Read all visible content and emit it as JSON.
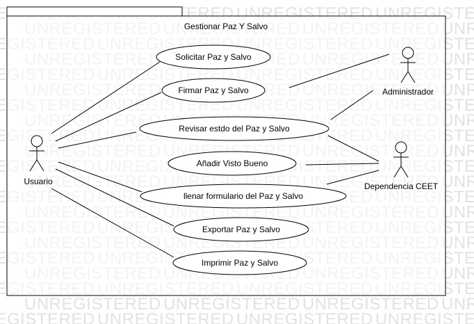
{
  "watermark": "UNREGISTERED",
  "system": {
    "title": "Gestionar Paz Y Salvo"
  },
  "actors": {
    "usuario": "Usuario",
    "administrador": "Administrador",
    "dependencia": "Dependencia CEET"
  },
  "use_cases": {
    "solicitar": "Solicitar Paz y Salvo",
    "firmar": "Firmar Paz y Salvo",
    "revisar": "Revisar estdo del Paz y Salvo",
    "anadir": "Añadir Visto Bueno",
    "llenar": "llenar formulario del Paz y Salvo",
    "exportar": "Exportar Paz y Salvo",
    "imprimir": "Imprimir Paz y Salvo"
  }
}
